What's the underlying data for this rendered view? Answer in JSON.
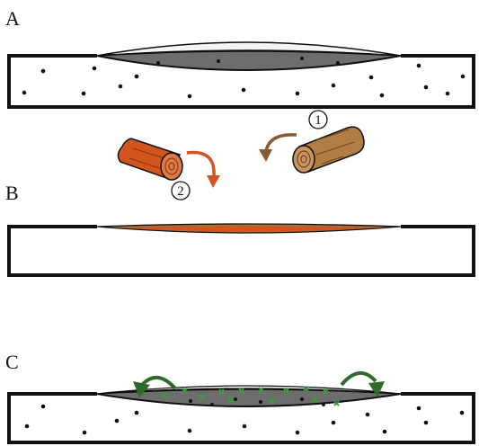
{
  "panels": [
    {
      "letter": "A"
    },
    {
      "letter": "B"
    },
    {
      "letter": "C"
    }
  ],
  "step_markers": [
    "1",
    "2"
  ],
  "colors": {
    "outline": "#111111",
    "lens_fill": "#6d6d6d",
    "lens_highlight": "#f4f4f4",
    "log_1": "#b07d45",
    "log_1_end": "#c8955a",
    "log_1_arrow": "#8a5a32",
    "log_2": "#d2551e",
    "log_2_end": "#e07a44",
    "log_2_arrow": "#d2551e",
    "b_lens_brown": "#a9703c",
    "b_lens_orange": "#d2551e",
    "c_arrow": "#2e6b2a",
    "c_marks": "#3a9b3a"
  },
  "icons": [
    "log-1-icon",
    "log-2-icon",
    "rotate-arrow-icon",
    "curved-arrow-icon"
  ]
}
